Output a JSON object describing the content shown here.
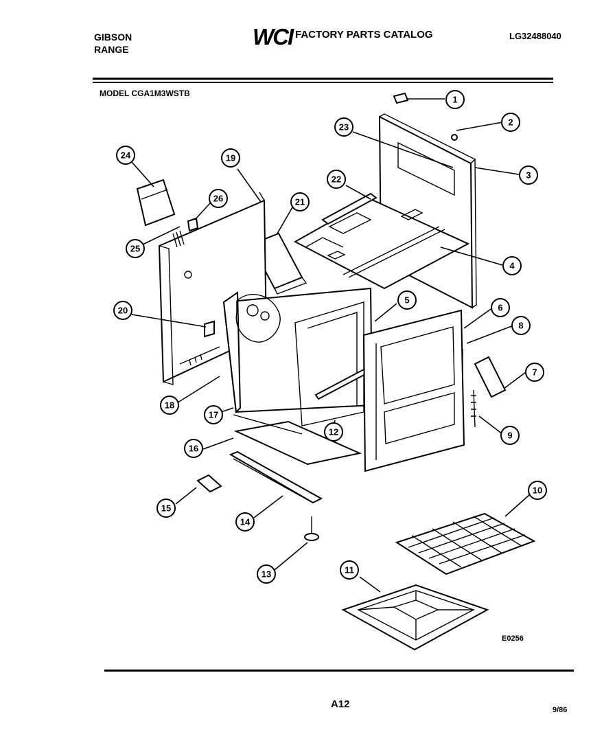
{
  "header": {
    "brand_line1": "GIBSON",
    "brand_line2": "RANGE",
    "logo_text": "WCI",
    "catalog_title": "FACTORY PARTS CATALOG",
    "document_number": "LG32488040",
    "model_label": "MODEL CGA1M3WSTB"
  },
  "diagram": {
    "figure_code": "E0256",
    "callouts": [
      "1",
      "2",
      "3",
      "4",
      "5",
      "6",
      "7",
      "8",
      "9",
      "10",
      "11",
      "12",
      "13",
      "14",
      "15",
      "16",
      "17",
      "18",
      "19",
      "20",
      "21",
      "22",
      "23",
      "24",
      "25",
      "26"
    ]
  },
  "footer": {
    "page_number": "A12",
    "date": "9/86"
  }
}
